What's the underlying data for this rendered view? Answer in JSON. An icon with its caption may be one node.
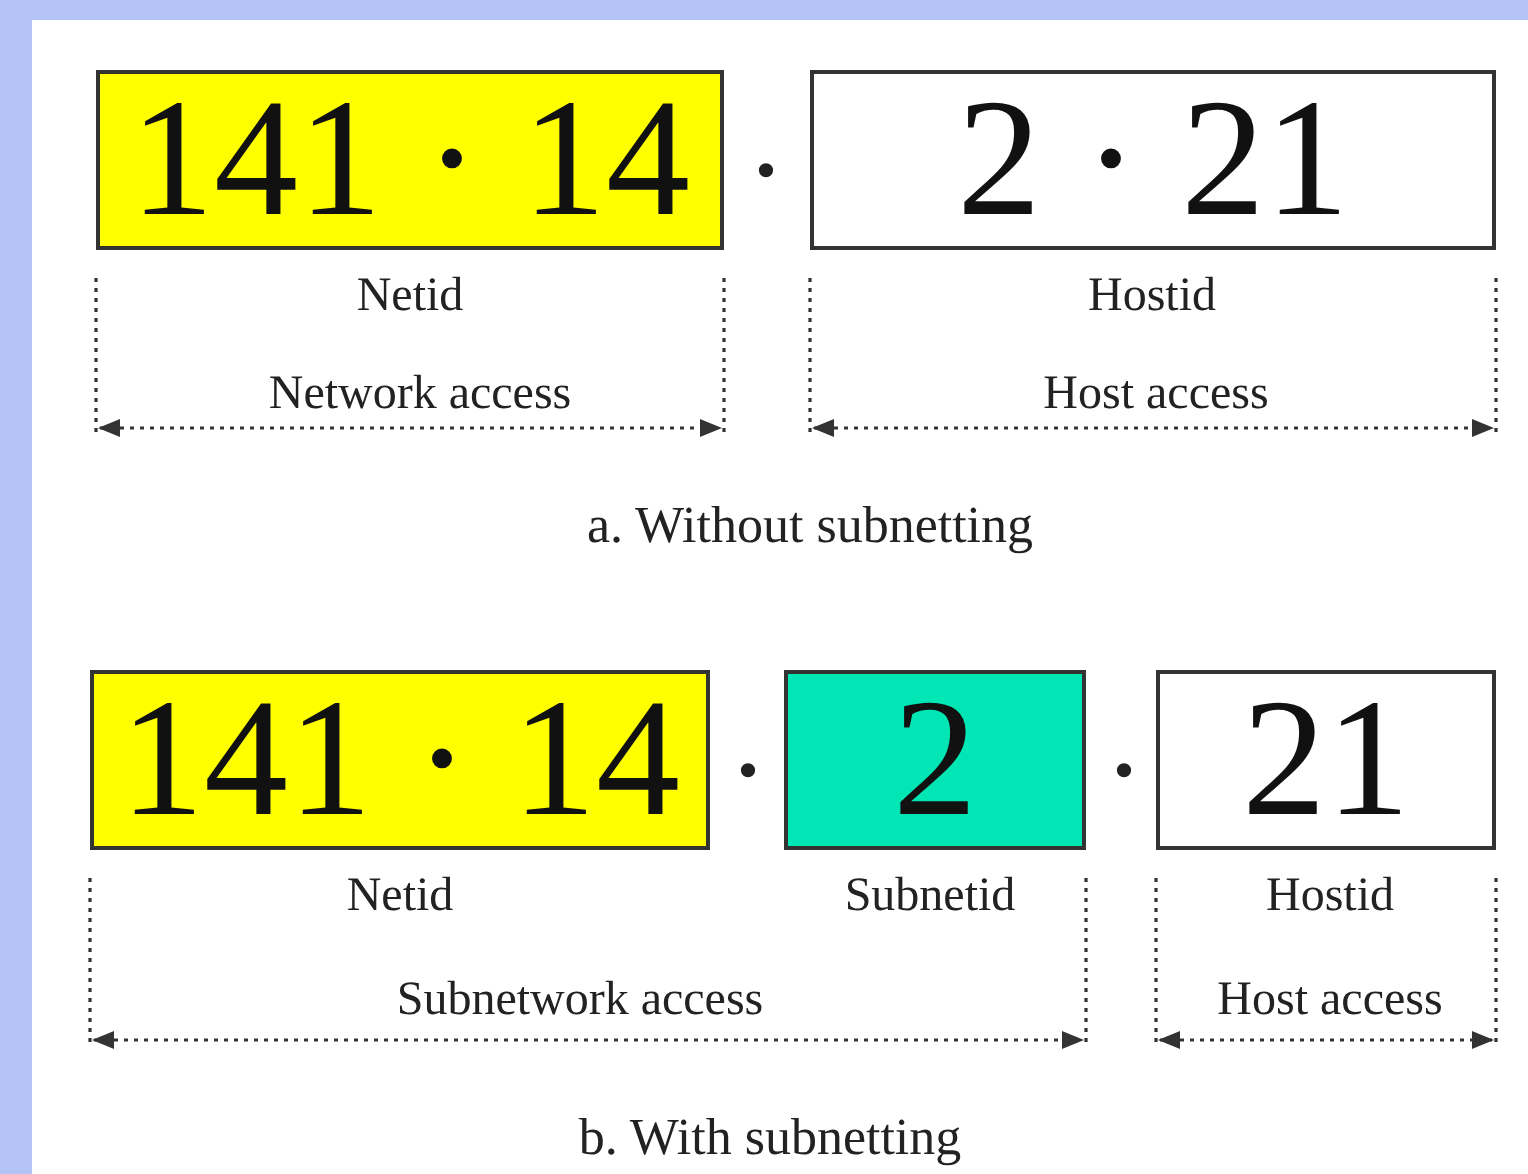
{
  "diagram": {
    "nodes": [
      {
        "text": [
          "141 · 14"
        ],
        "beside": [
          "Netid"
        ]
      },
      {
        "text": [
          "2 · 21"
        ],
        "beside": [
          "Hostid"
        ]
      },
      {
        "text": [
          "141 · 14"
        ],
        "beside": [
          "Netid"
        ]
      },
      {
        "text": [
          "2"
        ],
        "beside": [
          "Subnetid"
        ]
      },
      {
        "text": [
          "21"
        ],
        "beside": [
          "Hostid"
        ]
      }
    ],
    "edges": [],
    "labels": [
      "·",
      "Network access",
      "Host access",
      "a. Without subnetting",
      "·",
      "·",
      "Subnetwork access",
      "Host access",
      "b. With subnetting"
    ]
  }
}
